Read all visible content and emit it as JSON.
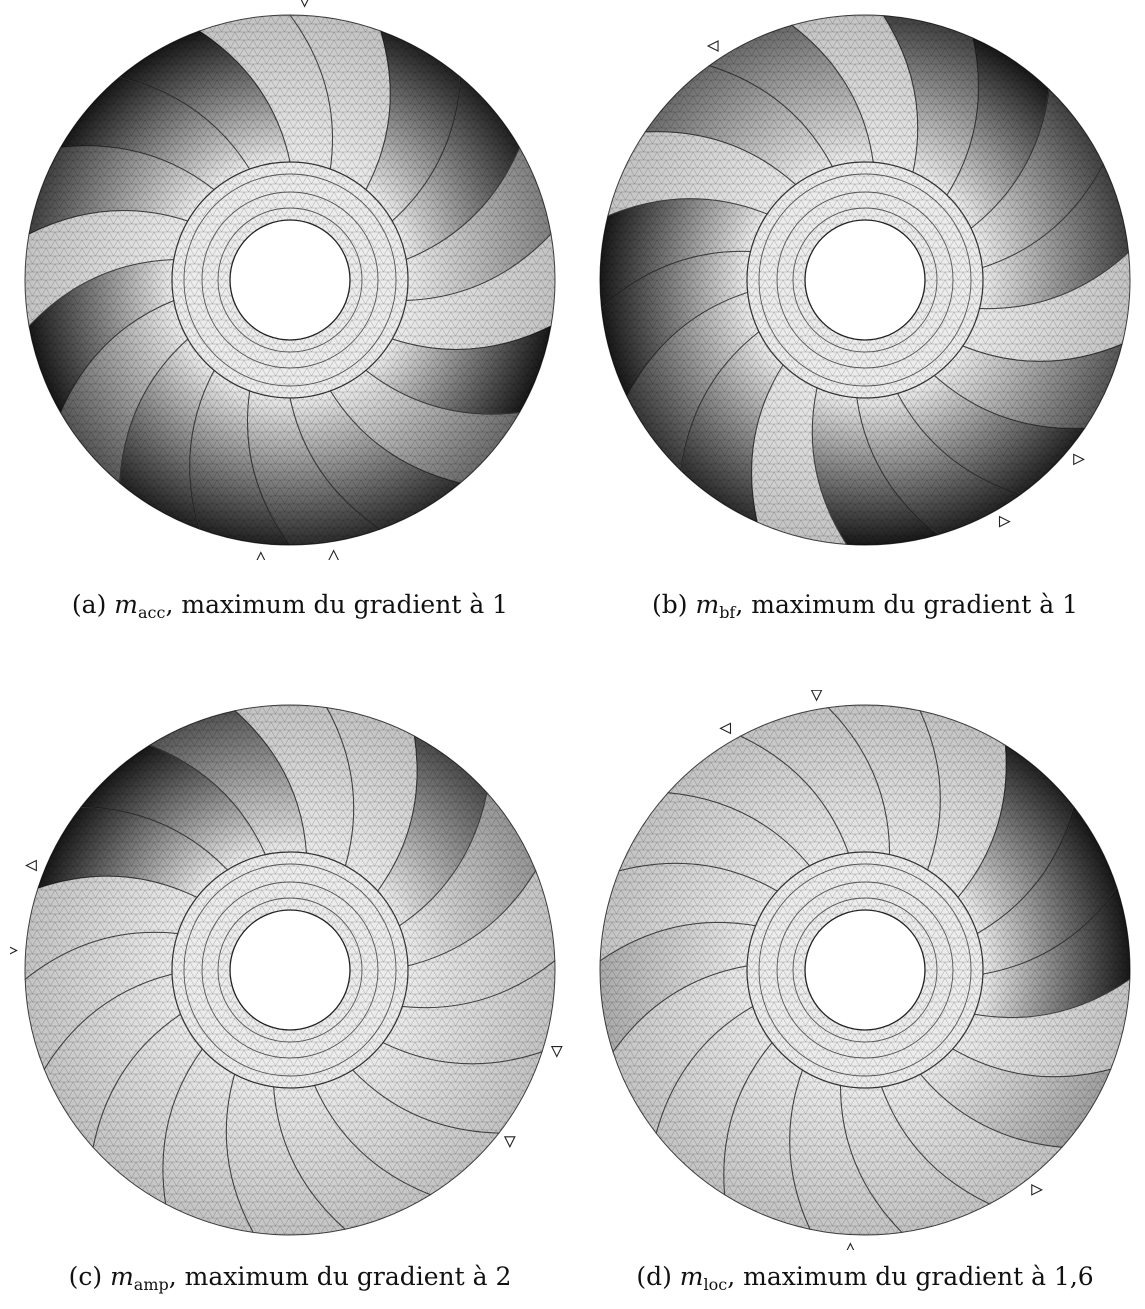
{
  "panels": [
    {
      "id": "a",
      "label": "(a)",
      "var": "m",
      "sub": "acc",
      "rest": ", maximum du gradient à 1",
      "markers": [
        {
          "angle": -87,
          "dir": "down"
        },
        {
          "angle": 96,
          "dir": "up"
        },
        {
          "angle": 81,
          "dir": "up"
        }
      ],
      "dark_blades": [
        {
          "angle": -132,
          "w": 1.0
        },
        {
          "angle": -153,
          "w": 0.8
        },
        {
          "angle": -48,
          "w": 0.95
        },
        {
          "angle": -27,
          "w": 0.5
        },
        {
          "angle": 160,
          "w": 1.0
        },
        {
          "angle": 19,
          "w": 1.0
        },
        {
          "angle": 45,
          "w": 0.6
        },
        {
          "angle": 66,
          "w": 0.9
        },
        {
          "angle": 106,
          "w": 0.95
        },
        {
          "angle": 130,
          "w": 0.7
        }
      ]
    },
    {
      "id": "b",
      "label": "(b)",
      "var": "m",
      "sub": "bf",
      "rest": ", maximum du gradient à 1",
      "markers": [
        {
          "angle": -123,
          "dir": "left"
        },
        {
          "angle": 40,
          "dir": "right"
        },
        {
          "angle": 60,
          "dir": "right"
        }
      ],
      "dark_blades": [
        {
          "angle": -78,
          "w": 0.8
        },
        {
          "angle": -60,
          "w": 1.0
        },
        {
          "angle": -23,
          "w": 0.8
        },
        {
          "angle": 170,
          "w": 1.0
        },
        {
          "angle": 150,
          "w": 0.85
        },
        {
          "angle": 122,
          "w": 0.9
        },
        {
          "angle": 80,
          "w": 1.0
        },
        {
          "angle": 55,
          "w": 0.95
        },
        {
          "angle": 34,
          "w": 0.7
        },
        {
          "angle": -130,
          "w": 0.6
        }
      ]
    },
    {
      "id": "c",
      "label": "(c)",
      "var": "m",
      "sub": "amp",
      "rest": ", maximum du gradient à 2",
      "markers": [
        {
          "angle": -158,
          "dir": "left"
        },
        {
          "angle": -176,
          "dir": "right"
        },
        {
          "angle": 17,
          "dir": "down"
        },
        {
          "angle": 38,
          "dir": "down"
        }
      ],
      "dark_blades": [
        {
          "angle": -140,
          "w": 1.2
        },
        {
          "angle": -115,
          "w": 0.7
        },
        {
          "angle": -55,
          "w": 0.75
        },
        {
          "angle": -30,
          "w": 0.4
        }
      ]
    },
    {
      "id": "d",
      "label": "(d)",
      "var": "m",
      "sub": "loc",
      "rest": ", maximum du gradient à 1,6",
      "markers": [
        {
          "angle": -100,
          "dir": "down"
        },
        {
          "angle": -120,
          "dir": "left"
        },
        {
          "angle": 52,
          "dir": "right"
        },
        {
          "angle": 93,
          "dir": "up"
        }
      ],
      "dark_blades": [
        {
          "angle": -50,
          "w": 0.95
        },
        {
          "angle": -18,
          "w": 1.2
        },
        {
          "angle": 30,
          "w": 0.35
        },
        {
          "angle": 170,
          "w": 0.3
        }
      ]
    }
  ]
}
